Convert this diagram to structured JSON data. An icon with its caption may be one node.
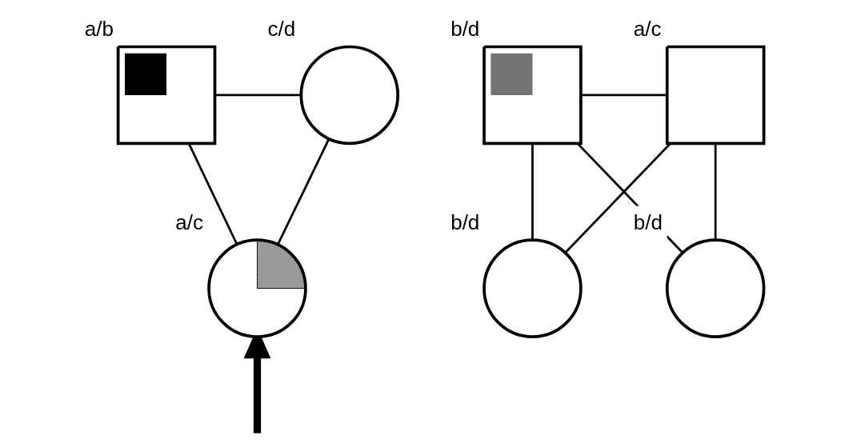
{
  "diagram": {
    "nodes": [
      {
        "text": [],
        "shape": "box",
        "beside": [
          "a/b"
        ]
      },
      {
        "text": [],
        "shape": "circle",
        "beside": [
          "c/d"
        ]
      },
      {
        "text": [],
        "shape": "box",
        "beside": [
          "b/d"
        ]
      },
      {
        "text": [],
        "shape": "box",
        "beside": [
          "a/c"
        ]
      },
      {
        "text": [],
        "shape": "circle",
        "beside": [
          "b/d"
        ]
      },
      {
        "text": [],
        "shape": "circle",
        "beside": [
          "b/d"
        ]
      },
      {
        "text": [],
        "shape": "circle",
        "beside": [
          "a/c"
        ]
      }
    ],
    "edges": [
      {
        "from": 0,
        "to": 1,
        "arrow": "none"
      },
      {
        "from": 0,
        "to": 6,
        "arrow": "none"
      },
      {
        "from": 1,
        "to": 6,
        "arrow": "none"
      },
      {
        "from": 2,
        "to": 3,
        "arrow": "none"
      },
      {
        "from": 2,
        "to": 4,
        "arrow": "none"
      },
      {
        "from": 3,
        "to": 4,
        "arrow": "none"
      },
      {
        "from": 2,
        "to": 5,
        "arrow": "none"
      },
      {
        "from": 3,
        "to": 5,
        "arrow": "none"
      },
      {
        "from": null,
        "to": 6,
        "arrow": "to",
        "style": "thick"
      }
    ]
  }
}
